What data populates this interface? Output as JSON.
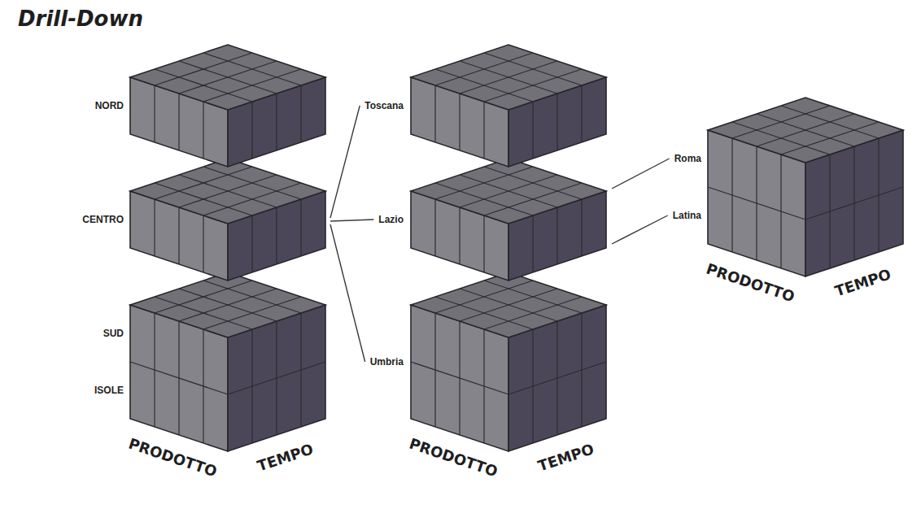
{
  "diagram": {
    "title": "Drill-Down",
    "labels": [
      "NORD",
      "CENTRO",
      "SUD",
      "ISOLE",
      "PRODOTTO",
      "TEMPO",
      "Toscana",
      "Lazio",
      "Umbria",
      "PRODOTTO",
      "TEMPO",
      "Roma",
      "Latina",
      "PRODOTTO",
      "TEMPO"
    ]
  }
}
